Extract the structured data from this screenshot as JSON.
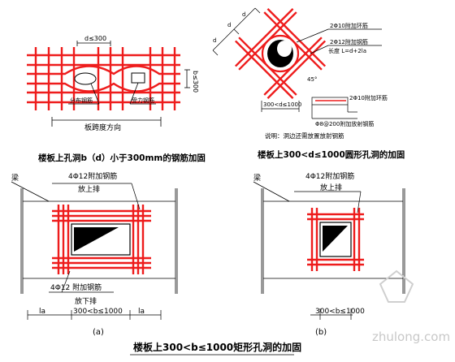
{
  "top_left": {
    "d_label": "d≤300",
    "side_label": "b≤300",
    "label_dist": "分布钢筋",
    "label_main": "受力钢筋",
    "direction": "板跨度方向",
    "caption": "楼板上孔洞b（d）小于300mm的钢筋加固"
  },
  "top_right": {
    "d1": "d",
    "d2": "d",
    "d3": "d",
    "label_ring": "2Φ10附加环筋",
    "label_add": "2Φ12附加钢筋",
    "label_len": "长度 L=d+2la",
    "angle": "45°",
    "range_label": "300<d≤1000",
    "detail_ring": "2Φ10附加环筋",
    "detail_radial": "Φ8@200附加放射钢筋",
    "note": "说明：洞边还需放置放射钢筋",
    "caption": "楼板上300<d≤1000圆形孔洞的加固"
  },
  "bottom_left": {
    "beam": "梁",
    "top_label1": "4Φ12附加钢筋",
    "top_label2": "放上排",
    "bot_label1": "4Φ12  附加钢筋",
    "bot_label2": "放下排",
    "dim_la1": "la",
    "dim_range": "300<b≤1000",
    "dim_la2": "la",
    "tag": "(a)"
  },
  "bottom_right": {
    "beam": "梁",
    "top_label1": "4Φ12附加钢筋",
    "top_label2": "放上排",
    "dim_range": "300<b≤1000",
    "tag": "(b)"
  },
  "main_caption": "楼板上300<b≤1000矩形孔洞的加固",
  "watermark": "zhulong.com",
  "colors": {
    "rebar": "#ee1c1c",
    "line": "#000000"
  }
}
